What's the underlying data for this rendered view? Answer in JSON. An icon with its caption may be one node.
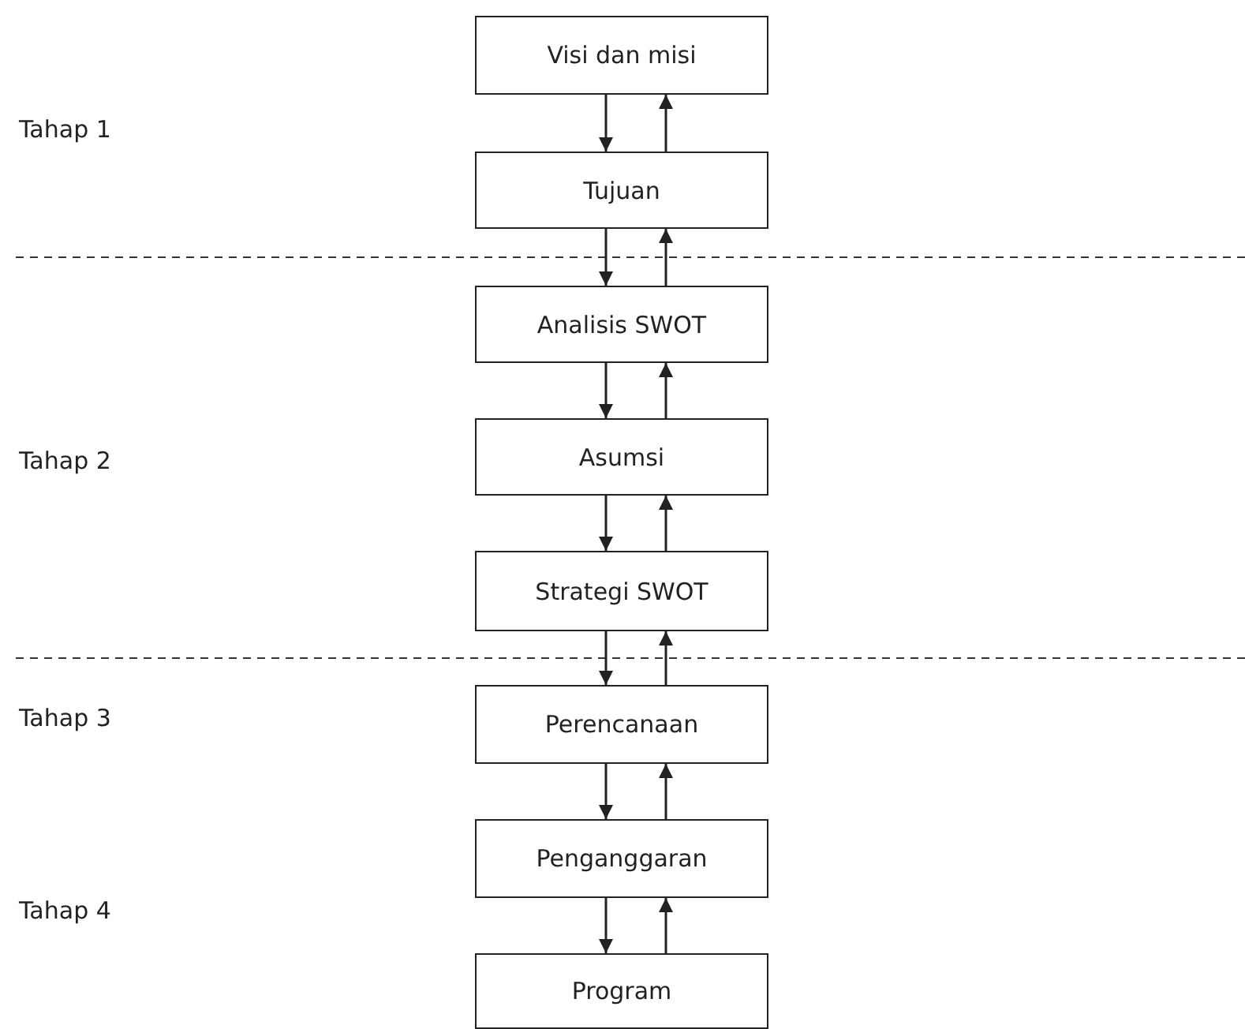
{
  "diagram": {
    "nodes": [
      {
        "text": [
          "Visi dan misi"
        ]
      },
      {
        "text": [
          "Tujuan"
        ]
      },
      {
        "text": [
          "Analisis SWOT"
        ]
      },
      {
        "text": [
          "Asumsi"
        ]
      },
      {
        "text": [
          "Strategi SWOT"
        ]
      },
      {
        "text": [
          "Perencanaan"
        ]
      },
      {
        "text": [
          "Penganggaran"
        ]
      },
      {
        "text": [
          "Program"
        ]
      }
    ],
    "edges": [
      {
        "from": 0,
        "to": 1,
        "arrow": "to"
      },
      {
        "from": 1,
        "to": 0,
        "arrow": "to"
      },
      {
        "from": 1,
        "to": 2,
        "arrow": "to"
      },
      {
        "from": 2,
        "to": 1,
        "arrow": "to"
      },
      {
        "from": 2,
        "to": 3,
        "arrow": "to"
      },
      {
        "from": 3,
        "to": 2,
        "arrow": "to"
      },
      {
        "from": 3,
        "to": 4,
        "arrow": "to"
      },
      {
        "from": 4,
        "to": 3,
        "arrow": "to"
      },
      {
        "from": 4,
        "to": 5,
        "arrow": "to"
      },
      {
        "from": 5,
        "to": 4,
        "arrow": "to"
      },
      {
        "from": 5,
        "to": 6,
        "arrow": "to"
      },
      {
        "from": 6,
        "to": 5,
        "arrow": "to"
      },
      {
        "from": 6,
        "to": 7,
        "arrow": "to"
      },
      {
        "from": 7,
        "to": 6,
        "arrow": "to"
      }
    ],
    "labels": [
      "Tahap 1",
      "Tahap 2",
      "Tahap 3",
      "Tahap 4"
    ]
  }
}
